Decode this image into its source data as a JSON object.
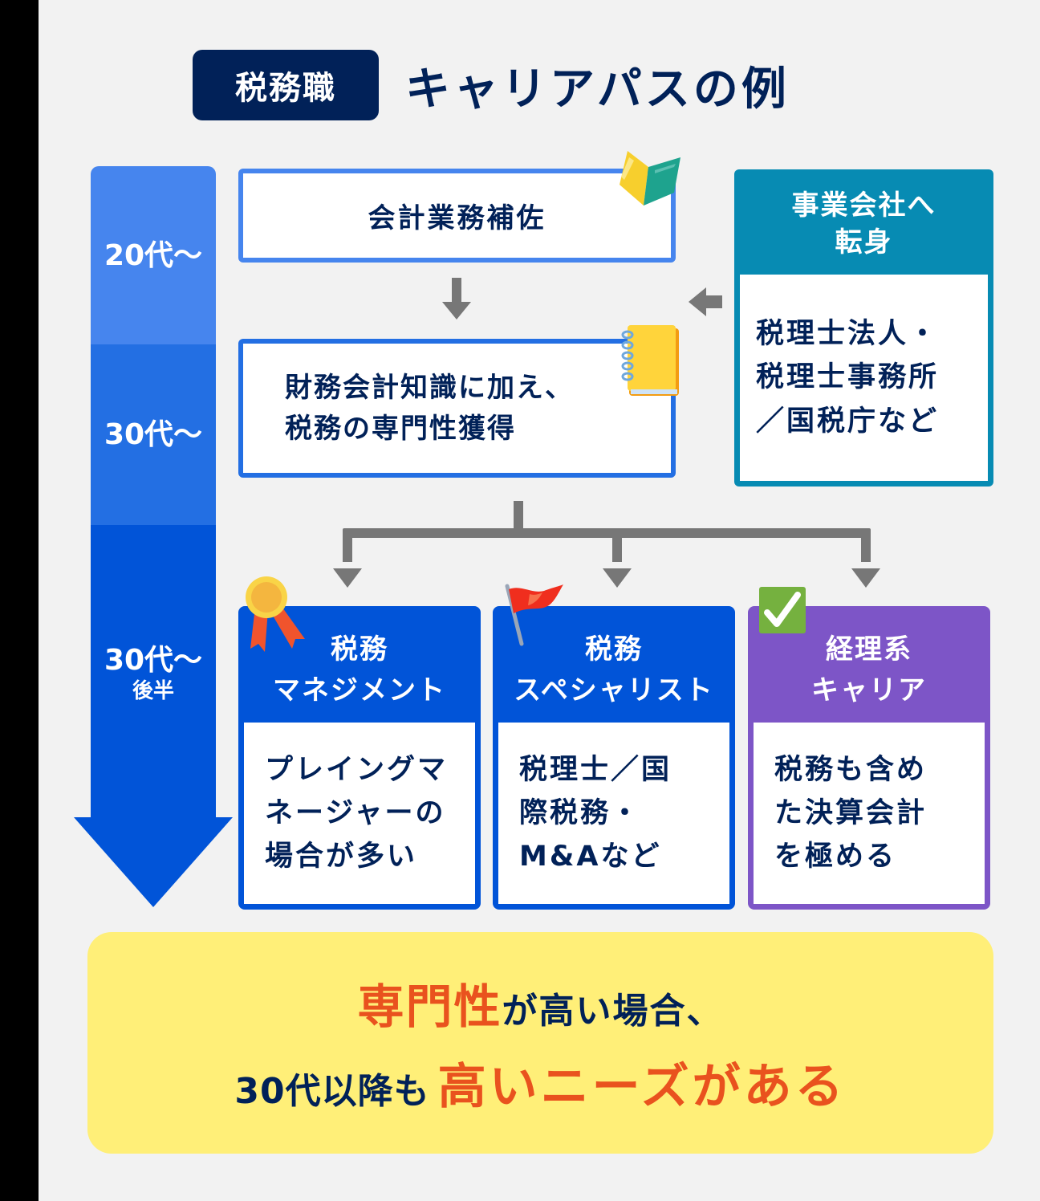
{
  "header": {
    "badge": "税務職",
    "title": "キャリアパスの例"
  },
  "timeline": {
    "segments": [
      {
        "label": "20代～",
        "color": "#4685ee"
      },
      {
        "label": "30代～",
        "color": "#236fe3"
      },
      {
        "label": "30代～",
        "sublabel": "後半",
        "color": "#0154d8"
      }
    ]
  },
  "steps": {
    "step1": {
      "text": "会計業務補佐",
      "icon": "book-icon"
    },
    "step2": {
      "lines": [
        "財務会計知識に加え、",
        "税務の専門性獲得"
      ],
      "icon": "notebook-icon"
    }
  },
  "side": {
    "head_lines": [
      "事業会社へ",
      "転身"
    ],
    "body_lines": [
      "税理士法人・",
      "税理士事務所",
      "／国税庁など"
    ],
    "color": "#078bb3"
  },
  "cards": [
    {
      "head_lines": [
        "税務",
        "マネジメント"
      ],
      "body_lines": [
        "プレイングマ",
        "ネージャーの",
        "場合が多い"
      ],
      "icon": "medal-icon",
      "color": "#0154d8"
    },
    {
      "head_lines": [
        "税務",
        "スペシャリスト"
      ],
      "body_lines": [
        "税理士／国",
        "際税務・",
        "M&Aなど"
      ],
      "icon": "flag-icon",
      "color": "#0154d8"
    },
    {
      "head_lines": [
        "経理系",
        "キャリア"
      ],
      "body_lines": [
        "税務も含め",
        "た決算会計",
        "を極める"
      ],
      "icon": "check-icon",
      "color": "#7d55c7"
    }
  ],
  "summary": {
    "line1_accent": "専門性",
    "line1_rest": "が高い場合、",
    "line2_rest": "30代以降も",
    "line2_accent": "高いニーズがある",
    "accent_color": "#e9521e",
    "text_color": "#012158",
    "bg_color": "#ffef78"
  }
}
